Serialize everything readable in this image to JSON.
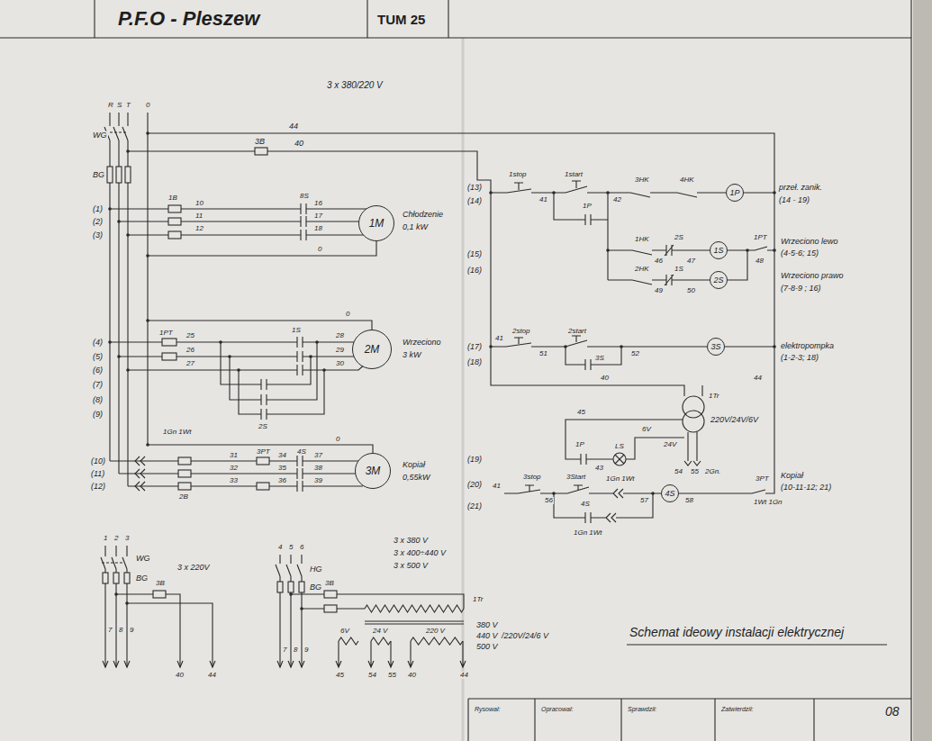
{
  "diagram": {
    "title": "P.F.O - Pleszew",
    "caption": "Schemat ideowy instalacji elektrycznej",
    "nodes": [
      {
        "text": [
          "1M"
        ]
      },
      {
        "text": [
          "2M"
        ]
      },
      {
        "text": [
          "3M"
        ]
      },
      {
        "text": [
          "1P"
        ]
      },
      {
        "text": [
          "1S"
        ]
      },
      {
        "text": [
          "2S"
        ]
      },
      {
        "text": [
          "3S"
        ]
      },
      {
        "text": [
          "4S"
        ]
      }
    ],
    "labels": [
      "TUM 25",
      "3 x 380/220 V",
      "R",
      "S",
      "T",
      "0",
      "WG",
      "BG",
      "44",
      "3B",
      "40",
      "(1)",
      "(2)",
      "(3)",
      "1B",
      "10",
      "11",
      "12",
      "8S",
      "16",
      "17",
      "18",
      "0",
      "Chłodzenie",
      "0,1 kW",
      "(4)",
      "(5)",
      "(6)",
      "(7)",
      "(8)",
      "(9)",
      "1PT",
      "25",
      "26",
      "27",
      "1S",
      "0",
      "28",
      "29",
      "30",
      "2S",
      "Wrzeciono",
      "3 kW",
      "1Gn 1Wt",
      "(10)",
      "(11)",
      "(12)",
      "3PT",
      "4S",
      "0",
      "31",
      "32",
      "33",
      "34",
      "35",
      "36",
      "37",
      "38",
      "39",
      "2B",
      "Kopiał",
      "0,55kW",
      "1",
      "2",
      "3",
      "WG",
      "BG",
      "3 x 220V",
      "3B",
      "7",
      "8",
      "9",
      "40",
      "44",
      "4",
      "5",
      "6",
      "HG",
      "BG",
      "3B",
      "3 x 380 V",
      "3 x 400÷440 V",
      "3 x 500 V",
      "1Tr",
      "7",
      "8",
      "9",
      "6V",
      "24 V",
      "220 V",
      "380 V",
      "440 V",
      "500 V",
      "/220V/24/6 V",
      "45",
      "54",
      "55",
      "40",
      "44",
      "(13)",
      "(14)",
      "(15)",
      "(16)",
      "(17)",
      "(18)",
      "(19)",
      "(20)",
      "(21)",
      "1stop",
      "41",
      "1start",
      "1P",
      "42",
      "3HK",
      "4HK",
      "przeł. zanik.",
      "(14 - 19)",
      "1HK",
      "2S",
      "46",
      "47",
      "1PT",
      "48",
      "Wrzeciono lewo",
      "(4-5-6; 15)",
      "2HK",
      "1S",
      "49",
      "50",
      "Wrzeciono prawo",
      "(7-8-9 ; 16)",
      "41",
      "2stop",
      "51",
      "2start",
      "3S",
      "52",
      "elektropompka",
      "(1-2-3; 18)",
      "40",
      "44",
      "1Tr",
      "220V/24V/6V",
      "45",
      "6V",
      "24V",
      "1P",
      "43",
      "LS",
      "54",
      "55",
      "2Gn.",
      "41",
      "3stop",
      "56",
      "3Start",
      "1Gn 1Wt",
      "57",
      "58",
      "3PT",
      "1Wt 1Gn",
      "Kopiał",
      "(10-11-12; 21)",
      "4S",
      "1Gn 1Wt",
      "Rysował:",
      "Opracował:",
      "Sprawdził:",
      "Zatwierdził:",
      "08"
    ]
  }
}
